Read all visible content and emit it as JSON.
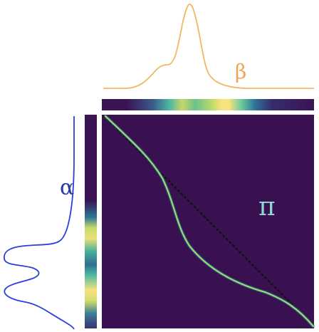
{
  "labels": {
    "alpha": "α",
    "beta": "β",
    "pi": "π"
  },
  "colors": {
    "alpha_curve": "#2a3fe0",
    "alpha_label": "#2a3aa8",
    "beta_curve": "#f2b860",
    "beta_label": "#eea55a",
    "pi_label": "#8fd9d3",
    "plan_background": "#3a1150",
    "transport_path": "#7fd38a",
    "diagonal": "#111111",
    "colorbar_low": "#3b1051",
    "colorbar_high": "#f6e27f"
  }
}
